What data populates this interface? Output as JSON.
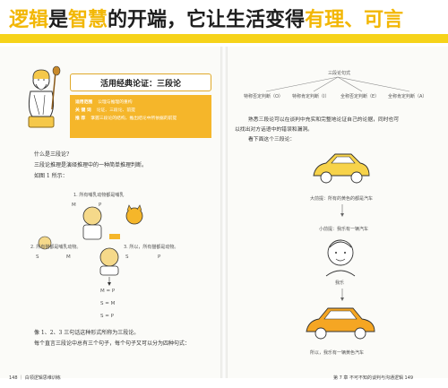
{
  "banner": {
    "part1": "逻辑",
    "part2": "是",
    "part3": "智慧",
    "part4": "的开端，它让生活变得",
    "part5": "有理、可言"
  },
  "left_page": {
    "section_title": "活用经典论证：三段论",
    "info_rows": [
      {
        "label": "适用范围",
        "value": "公理与推理的重构"
      },
      {
        "label": "关 键 词",
        "value": "论证、三段论、前提"
      },
      {
        "label": "推 荐",
        "value": "掌握三段论的结构，推出结论中所依据的前提"
      }
    ],
    "para1": [
      "什么是三段论?",
      "三段论推理是演绎推理中的一种简单推理判断。",
      "如图 1 所示："
    ],
    "diagram": {
      "p1_label": "1. 所有哺乳动物都是哺乳",
      "p1_terms": [
        "M",
        "P"
      ],
      "p2_label": "2. 所有猫都是哺乳动物。",
      "p2_terms": [
        "S",
        "M"
      ],
      "p3_label": "3. 所以，所有猫都是动物。",
      "p3_terms": [
        "S",
        "P"
      ],
      "formula": [
        "M = P",
        "S = M",
        "S = P"
      ]
    },
    "para2": [
      "像 1、2、3 三句话这种形式所称为三段论。",
      "每个直言三段论中总有三个句子，每个句子又可以分为四种句式："
    ],
    "footer": "148  ｜ 白领逻辑思维训练"
  },
  "right_page": {
    "tree_root": "三段论句式",
    "tree_leaves": [
      "特称否定判断（O）",
      "特称肯定判断（I）",
      "全称否定判断（E）",
      "全称肯定判断（A）"
    ],
    "para": [
      "熟悉三段论可以在谈判中充实和完整地论证自己的论据，同时也可",
      "以找出对方话语中的错误和漏洞。",
      "看下面这个三段论："
    ],
    "cap1": "大前提：所有的黄色的都是汽车",
    "cap2": "小前提：我乐有一辆汽车",
    "cap3": "我乐",
    "cap4": "所以，我乐有一辆黄色汽车",
    "footer": "第 7 章  不可不知的谈判与沟通逻辑  149"
  }
}
